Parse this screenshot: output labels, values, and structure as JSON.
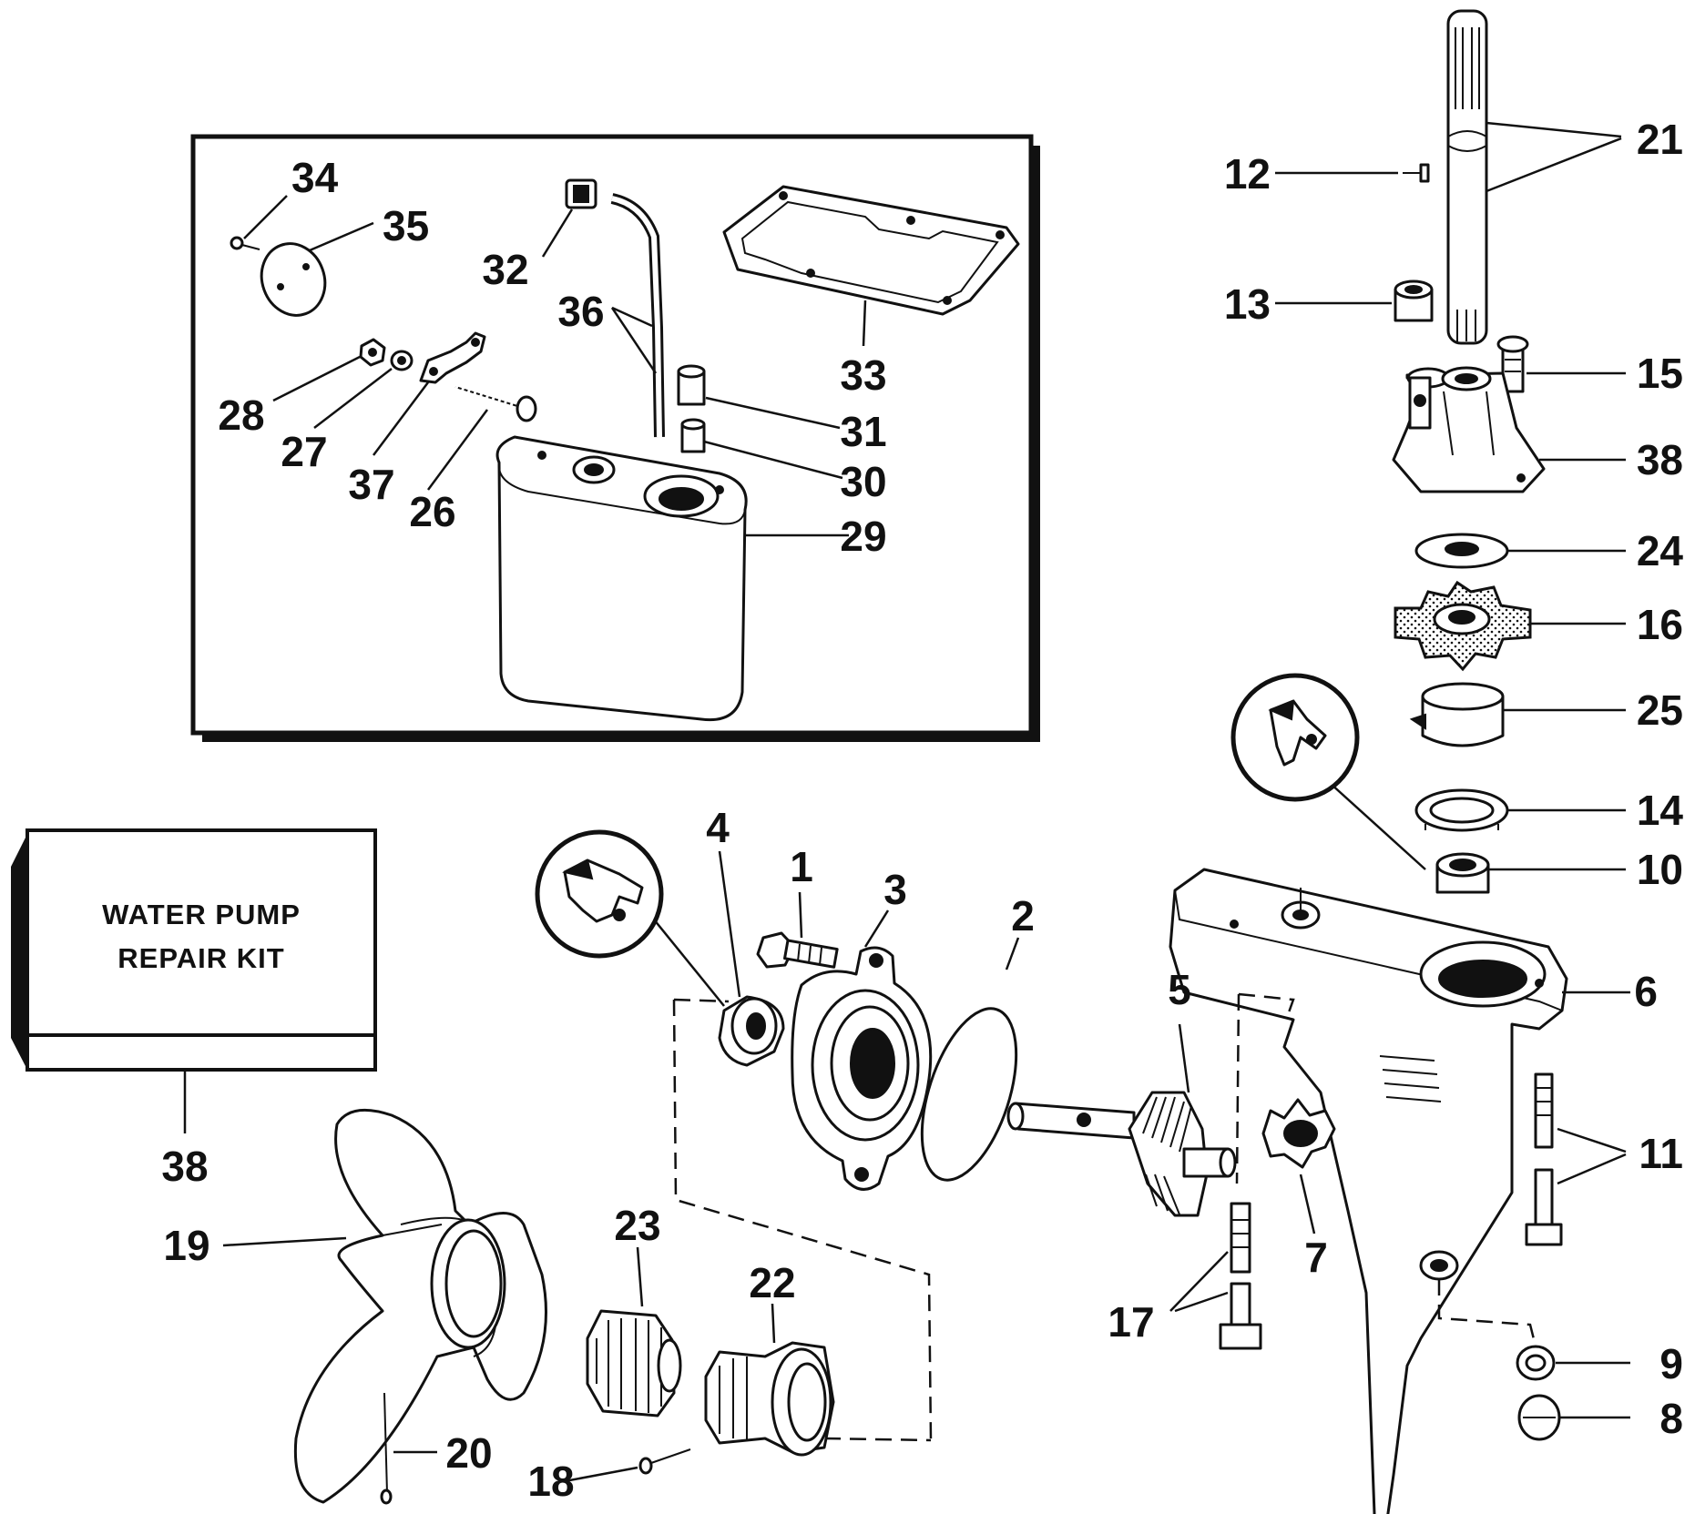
{
  "kit_label": {
    "line1": "WATER PUMP",
    "line2": "REPAIR KIT"
  },
  "callouts": {
    "c1": "1",
    "c2": "2",
    "c3": "3",
    "c4": "4",
    "c5": "5",
    "c6": "6",
    "c7": "7",
    "c8": "8",
    "c9": "9",
    "c10": "10",
    "c11": "11",
    "c12": "12",
    "c13": "13",
    "c14": "14",
    "c15": "15",
    "c16": "16",
    "c17": "17",
    "c18": "18",
    "c19": "19",
    "c20": "20",
    "c21": "21",
    "c22": "22",
    "c23": "23",
    "c24": "24",
    "c25": "25",
    "c26": "26",
    "c27": "27",
    "c28": "28",
    "c29": "29",
    "c30": "30",
    "c31": "31",
    "c32": "32",
    "c33": "33",
    "c34": "34",
    "c35": "35",
    "c36": "36",
    "c37": "37",
    "c38a": "38",
    "c38b": "38"
  },
  "colors": {
    "ink": "#111111",
    "paper": "#ffffff"
  }
}
